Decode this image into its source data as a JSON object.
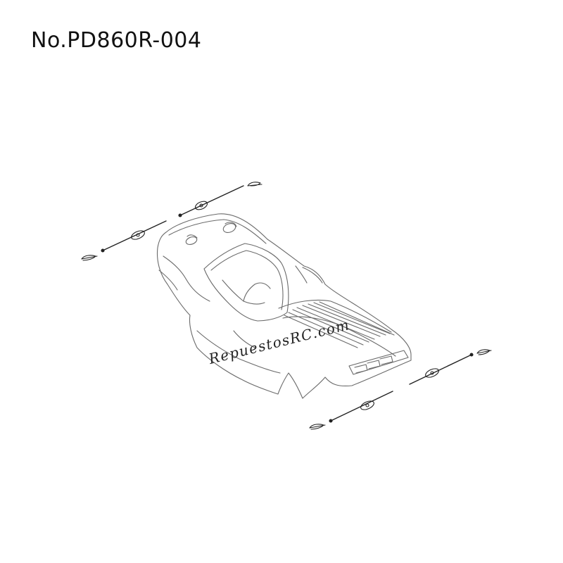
{
  "part_number": "No.PD860R-004",
  "watermark": "RepuestosRC.com",
  "colors": {
    "line": "#6a6a6a",
    "dark_line": "#222222",
    "background": "#ffffff"
  },
  "icons": [
    "body-shell-drawing",
    "body-clip-icon",
    "body-pin-icon"
  ]
}
